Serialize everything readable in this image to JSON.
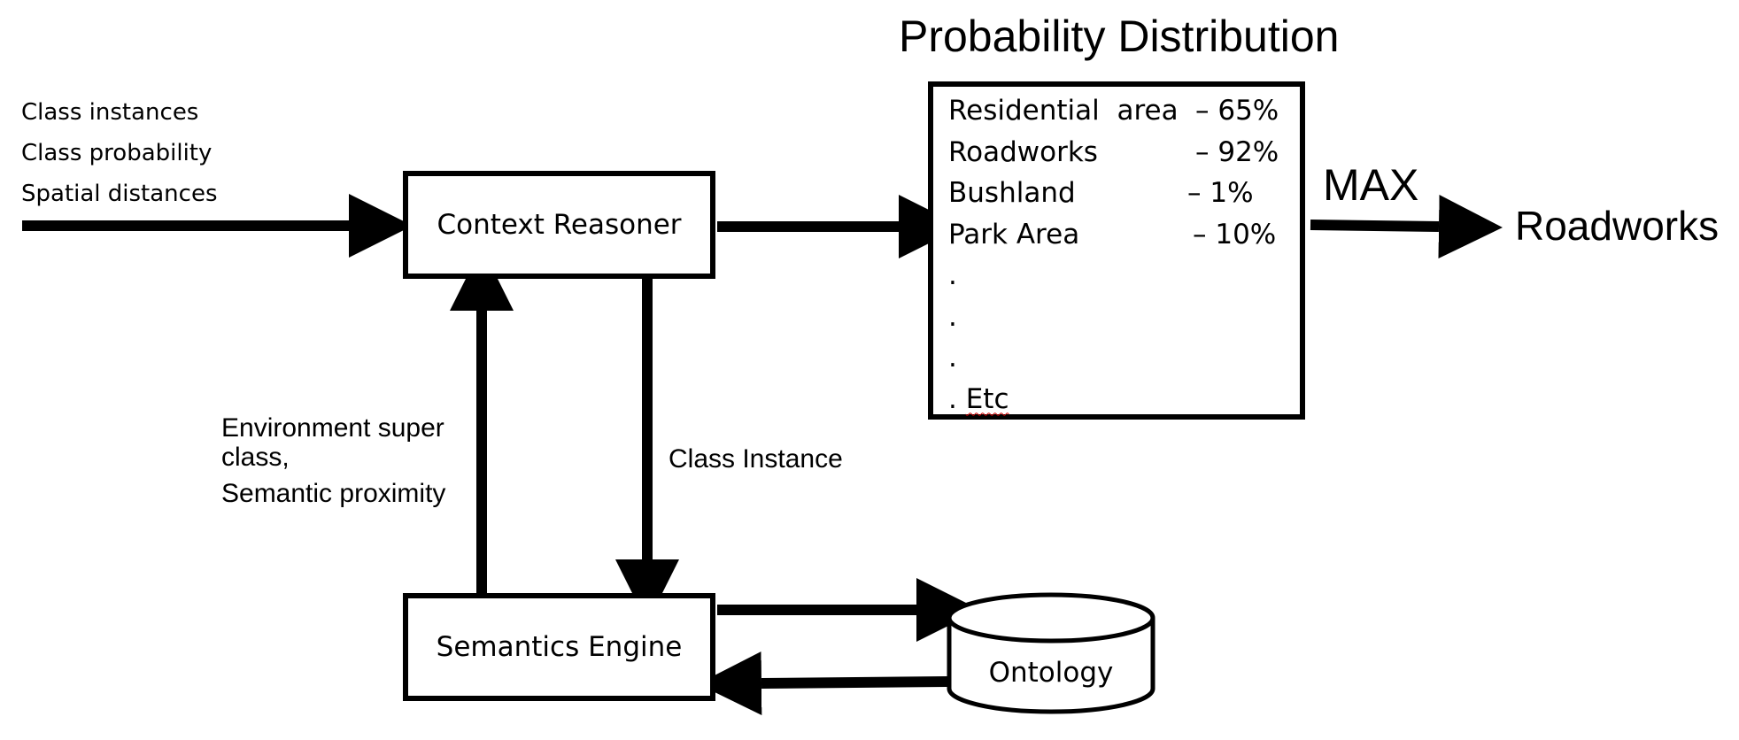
{
  "inputs": {
    "items": [
      "Class instances",
      "Class probability",
      "Spatial distances"
    ]
  },
  "context_reasoner": {
    "label": "Context Reasoner"
  },
  "semantics_engine": {
    "label": "Semantics Engine"
  },
  "ontology": {
    "label": "Ontology"
  },
  "feedback_label": {
    "lines": [
      "Environment super class,",
      "Semantic proximity"
    ]
  },
  "class_instance_label": "Class Instance",
  "probability": {
    "title": "Probability Distribution",
    "rows": [
      {
        "name": "Residential  area",
        "value": "– 65%"
      },
      {
        "name": "Roadworks",
        "value": "– 92%"
      },
      {
        "name": "Bushland",
        "value": "– 1%"
      },
      {
        "name": "Park Area",
        "value": "– 10%"
      }
    ],
    "ellipsis": [
      ".",
      ".",
      "."
    ],
    "etc_dot": ".",
    "etc": "Etc"
  },
  "max_label": "MAX",
  "output_label": "Roadworks",
  "colors": {
    "stroke": "#000000",
    "background": "#ffffff",
    "spellcheck": "#d00000"
  }
}
